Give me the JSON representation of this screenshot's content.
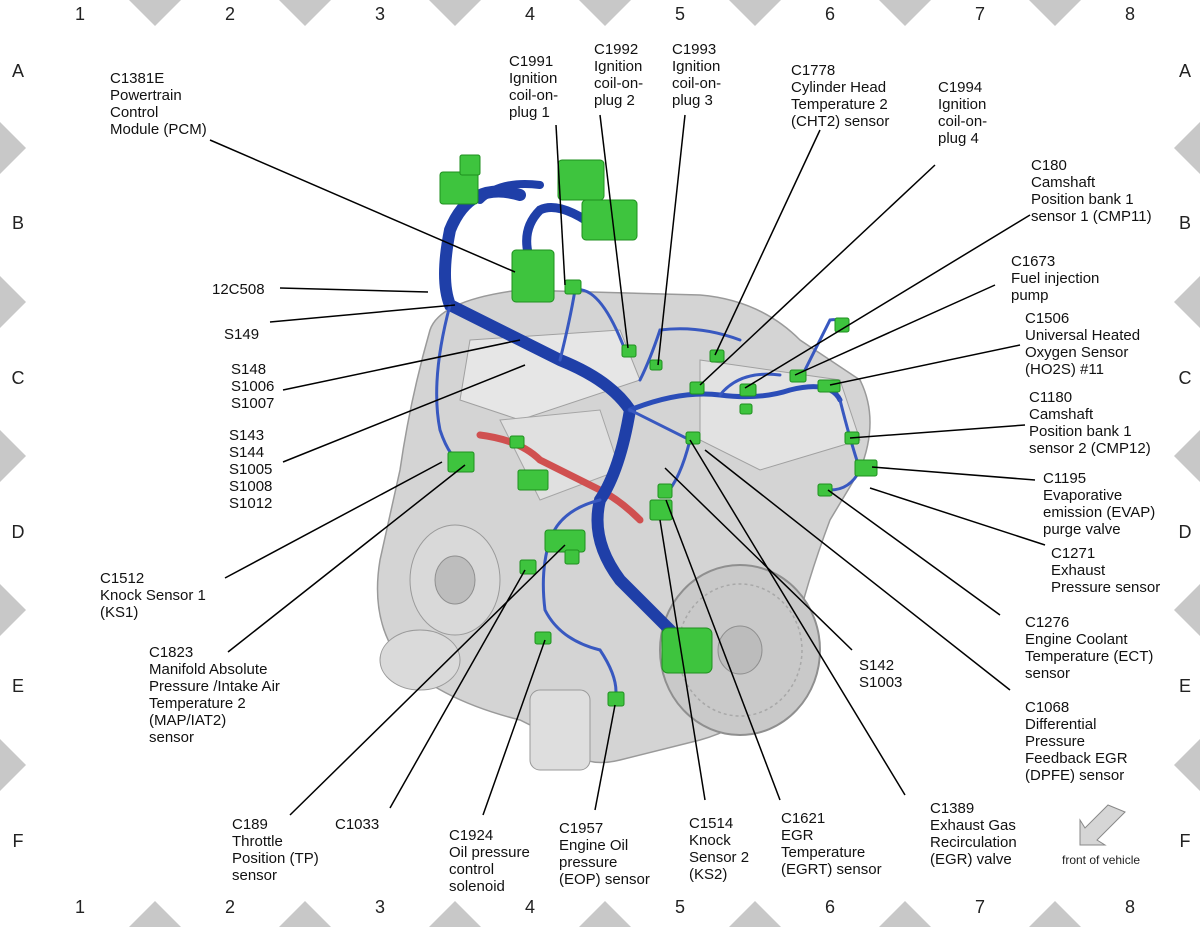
{
  "grid": {
    "columns": [
      "1",
      "2",
      "3",
      "4",
      "5",
      "6",
      "7",
      "8"
    ],
    "rows": [
      "A",
      "B",
      "C",
      "D",
      "E",
      "F"
    ]
  },
  "colors": {
    "harness": "#1f3fa8",
    "harness_light": "#4a6fd8",
    "connector": "#3ec43e",
    "connector_dark": "#1f8f1f",
    "egr_tube": "#d05050",
    "engine": "#cfcfcf",
    "marker": "#c8c8c8"
  },
  "callouts": [
    {
      "id": "c1381e",
      "lines": [
        "C1381E",
        "Powertrain",
        "Control",
        "Module (PCM)"
      ]
    },
    {
      "id": "c1991",
      "lines": [
        "C1991",
        "Ignition",
        "coil-on-",
        "plug 1"
      ]
    },
    {
      "id": "c1992",
      "lines": [
        "C1992",
        "Ignition",
        "coil-on-",
        "plug 2"
      ]
    },
    {
      "id": "c1993",
      "lines": [
        "C1993",
        "Ignition",
        "coil-on-",
        "plug 3"
      ]
    },
    {
      "id": "c1778",
      "lines": [
        "C1778",
        "Cylinder Head",
        "Temperature 2",
        "(CHT2) sensor"
      ]
    },
    {
      "id": "c1994",
      "lines": [
        "C1994",
        "Ignition",
        "coil-on-",
        "plug 4"
      ]
    },
    {
      "id": "c180",
      "lines": [
        "C180",
        "Camshaft",
        "Position bank 1",
        "sensor 1 (CMP11)"
      ]
    },
    {
      "id": "c1673",
      "lines": [
        "C1673",
        "Fuel injection",
        "pump"
      ]
    },
    {
      "id": "c1506",
      "lines": [
        "C1506",
        "Universal Heated",
        "Oxygen Sensor",
        "(HO2S) #11"
      ]
    },
    {
      "id": "c1180",
      "lines": [
        "C1180",
        "Camshaft",
        "Position bank 1",
        "sensor 2 (CMP12)"
      ]
    },
    {
      "id": "c1195",
      "lines": [
        "C1195",
        "Evaporative",
        "emission (EVAP)",
        "purge valve"
      ]
    },
    {
      "id": "c1271",
      "lines": [
        "C1271",
        "Exhaust",
        "Pressure sensor"
      ]
    },
    {
      "id": "c1276",
      "lines": [
        "C1276",
        "Engine Coolant",
        "Temperature (ECT)",
        "sensor"
      ]
    },
    {
      "id": "c1068",
      "lines": [
        "C1068",
        "Differential",
        "Pressure",
        "Feedback EGR",
        "(DPFE) sensor"
      ]
    },
    {
      "id": "c1389",
      "lines": [
        "C1389",
        "Exhaust Gas",
        "Recirculation",
        "(EGR) valve"
      ]
    },
    {
      "id": "c1621",
      "lines": [
        "C1621",
        "EGR",
        "Temperature",
        "(EGRT) sensor"
      ]
    },
    {
      "id": "c1514",
      "lines": [
        "C1514",
        "Knock",
        "Sensor 2",
        "(KS2)"
      ]
    },
    {
      "id": "c1957",
      "lines": [
        "C1957",
        "Engine Oil",
        "pressure",
        "(EOP) sensor"
      ]
    },
    {
      "id": "c1924",
      "lines": [
        "C1924",
        "Oil pressure",
        "control",
        "solenoid"
      ]
    },
    {
      "id": "c1033",
      "lines": [
        "C1033"
      ]
    },
    {
      "id": "c189",
      "lines": [
        "C189",
        "Throttle",
        "Position (TP)",
        "sensor"
      ]
    },
    {
      "id": "c1823",
      "lines": [
        "C1823",
        "Manifold Absolute",
        "Pressure /Intake Air",
        "Temperature 2",
        "(MAP/IAT2)",
        "sensor"
      ]
    },
    {
      "id": "c1512",
      "lines": [
        "C1512",
        "Knock Sensor 1",
        "(KS1)"
      ]
    },
    {
      "id": "s143",
      "lines": [
        "S143",
        "S144",
        "S1005",
        "S1008",
        "S1012"
      ]
    },
    {
      "id": "s148",
      "lines": [
        "S148",
        "S1006",
        "S1007"
      ]
    },
    {
      "id": "s149",
      "lines": [
        "S149"
      ]
    },
    {
      "id": "12c508",
      "lines": [
        "12C508"
      ]
    },
    {
      "id": "s142",
      "lines": [
        "S142",
        "S1003"
      ]
    }
  ],
  "orientation": {
    "label": "front of vehicle",
    "icon": "arrow-down-left-icon"
  }
}
